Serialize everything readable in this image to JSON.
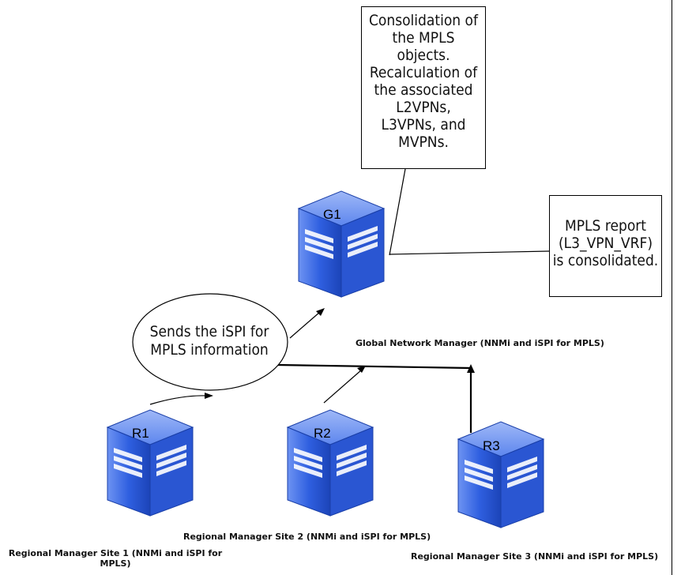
{
  "notes": {
    "consolidation": [
      "Consolidation of",
      "the MPLS",
      "objects.",
      "Recalculation of",
      "the associated",
      "L2VPNs,",
      "L3VPNs, and",
      "MVPNs."
    ],
    "report": [
      "MPLS report",
      "(L3_VPN_VRF)",
      "is consolidated."
    ]
  },
  "ellipse": [
    "Sends the iSPI for",
    "MPLS information"
  ],
  "servers": {
    "g1": "G1",
    "r1": "R1",
    "r2": "R2",
    "r3": "R3"
  },
  "captions": {
    "global": "Global Network Manager (NNMi and iSPI for MPLS)",
    "r1": "Regional Manager Site 1 (NNMi and iSPI for MPLS)",
    "r2": "Regional Manager Site 2 (NNMi and iSPI for MPLS)",
    "r3": "Regional Manager Site 3 (NNMi and iSPI for MPLS)"
  },
  "colors": {
    "server_top": "#3a6fe8",
    "server_front": "#2f63e0",
    "server_side": "#1a45b8",
    "vent": "#ffffff"
  }
}
